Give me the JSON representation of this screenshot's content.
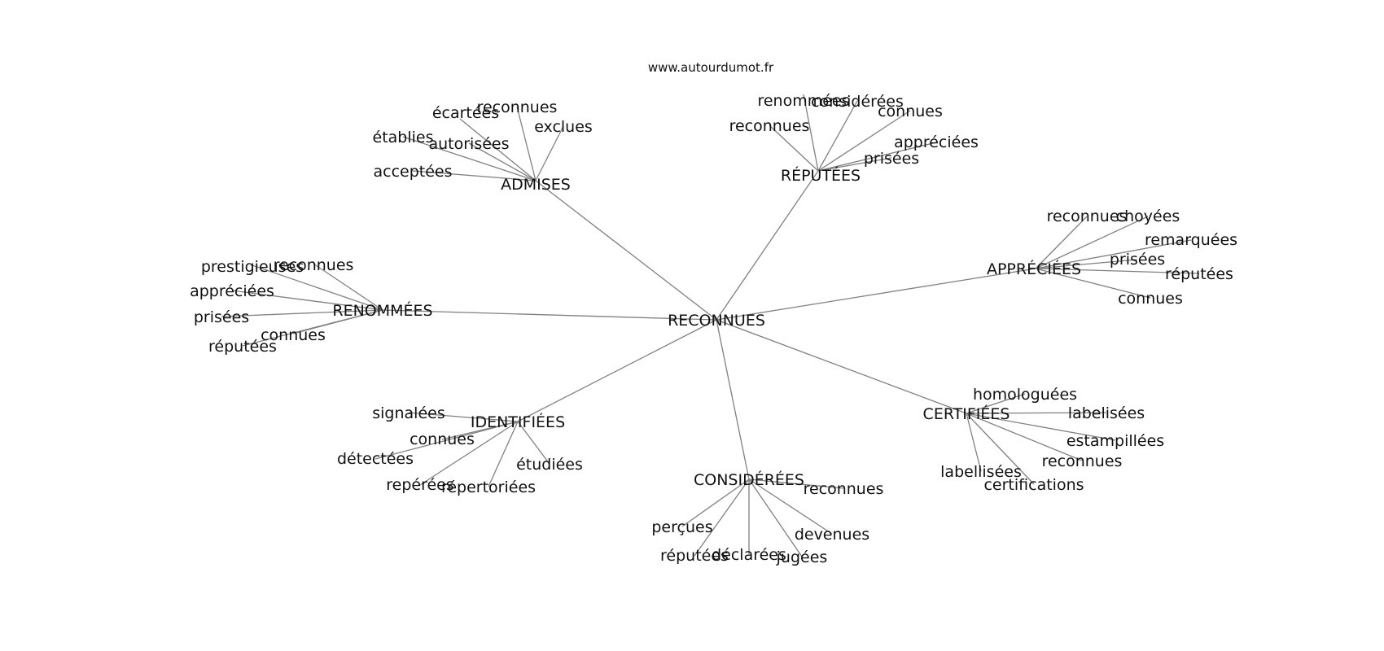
{
  "site": "www.autourdumot.fr",
  "center": "RECONNUES",
  "hubs": [
    {
      "label": "ADMISES",
      "leaves": [
        "écartées",
        "reconnues",
        "exclues",
        "établies",
        "autorisées",
        "acceptées"
      ]
    },
    {
      "label": "RÉPUTÉES",
      "leaves": [
        "renommées",
        "considérées",
        "connues",
        "reconnues",
        "appréciées",
        "prisées"
      ]
    },
    {
      "label": "APPRÉCIÉES",
      "leaves": [
        "reconnues",
        "choyées",
        "remarquées",
        "prisées",
        "réputées",
        "connues"
      ]
    },
    {
      "label": "RENOMMÉES",
      "leaves": [
        "prestigieuses",
        "reconnues",
        "appréciées",
        "prisées",
        "connues",
        "réputées"
      ]
    },
    {
      "label": "IDENTIFIÉES",
      "leaves": [
        "signalées",
        "connues",
        "détectées",
        "étudiées",
        "repérées",
        "répertoriées"
      ]
    },
    {
      "label": "CONSIDÉRÉES",
      "leaves": [
        "reconnues",
        "perçues",
        "devenues",
        "réputées",
        "déclarées",
        "jugées"
      ]
    },
    {
      "label": "CERTIFIÉES",
      "leaves": [
        "homologuées",
        "labelisées",
        "estampillées",
        "reconnues",
        "labellisées",
        "certifications"
      ]
    }
  ]
}
